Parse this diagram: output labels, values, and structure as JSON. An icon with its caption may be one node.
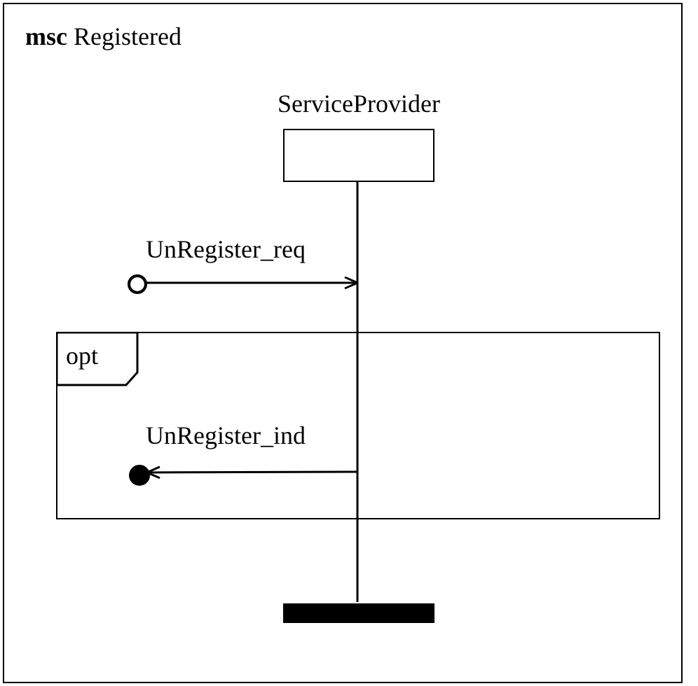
{
  "diagram": {
    "nodes": [
      {
        "text": [
          "**msc** Registered"
        ]
      },
      {
        "text": [
          "ServiceProvider"
        ],
        "in": 0
      },
      {
        "text": [],
        "shape": "circle",
        "in": 0
      },
      {
        "text": [
          "opt"
        ],
        "in": 0
      },
      {
        "text": [],
        "shape": "circle",
        "in": 3
      },
      {
        "text": [],
        "shape": "bar",
        "in": 0
      }
    ],
    "edges": [
      {
        "from": 1,
        "to": 5,
        "arrow": "none"
      },
      {
        "from": 2,
        "to": null,
        "arrow": "to",
        "label": "UnRegister_req"
      },
      {
        "from": null,
        "to": 4,
        "arrow": "to",
        "label": "UnRegister_ind"
      }
    ]
  }
}
